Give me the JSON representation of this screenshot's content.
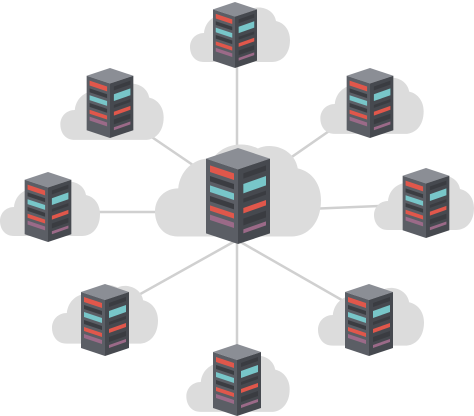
{
  "diagram": {
    "type": "hub-and-spoke",
    "hub": {
      "icon": "server-rack-icon",
      "background": "cloud-icon"
    },
    "nodes": [
      {
        "id": "node-top"
      },
      {
        "id": "node-top-left"
      },
      {
        "id": "node-top-right"
      },
      {
        "id": "node-left"
      },
      {
        "id": "node-right"
      },
      {
        "id": "node-bottom-left"
      },
      {
        "id": "node-bottom-right"
      },
      {
        "id": "node-bottom"
      }
    ],
    "node_count": 8
  },
  "colors": {
    "cloud": "#dcdcdc",
    "connector": "#d0d0d0",
    "rack_body": "#5b5e65",
    "rack_top": "#8b8e95",
    "rack_side": "#46494f",
    "accent_red": "#e0574b",
    "accent_teal": "#78c6c9",
    "accent_purple": "#9b6a88"
  }
}
